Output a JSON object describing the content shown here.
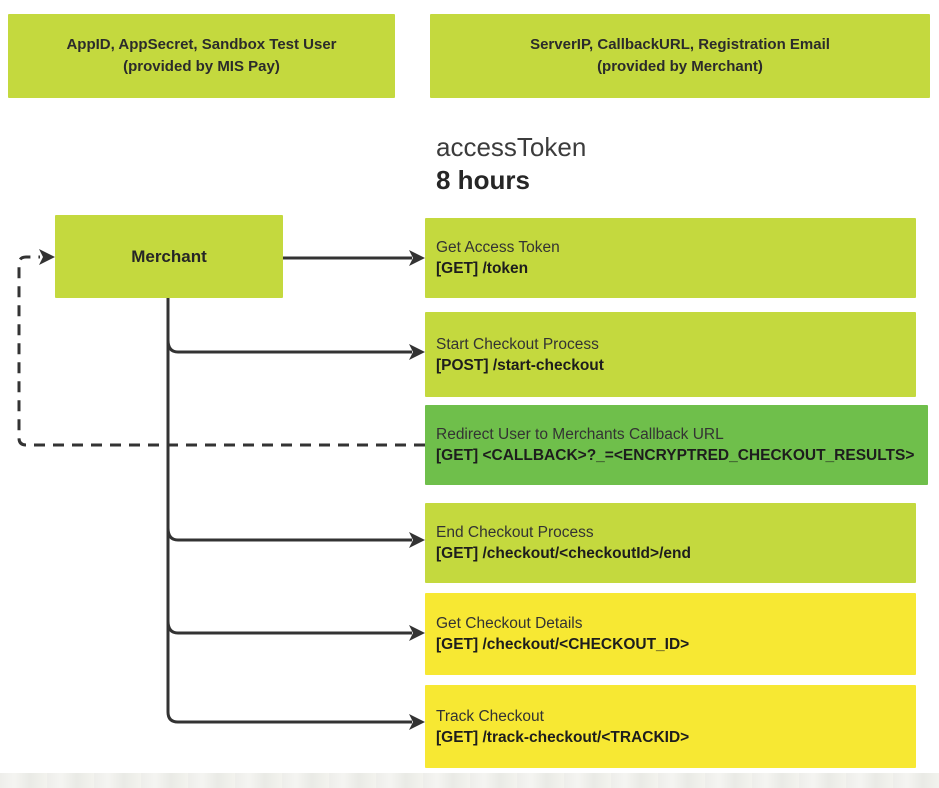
{
  "colors": {
    "chartreuse": "#c4d93e",
    "green": "#6fbf4b",
    "yellow": "#f7e833",
    "line": "#333333"
  },
  "headers": {
    "left": {
      "line1": "AppID, AppSecret, Sandbox Test User",
      "line2": "(provided by MIS Pay)"
    },
    "right": {
      "line1": "ServerIP, CallbackURL, Registration Email",
      "line2": "(provided by Merchant)"
    }
  },
  "token_note": {
    "name": "accessToken",
    "duration": "8 hours"
  },
  "merchant": {
    "label": "Merchant"
  },
  "steps": [
    {
      "title": "Get Access Token",
      "endpoint": "[GET] /token",
      "color": "chartreuse"
    },
    {
      "title": "Start Checkout Process",
      "endpoint": "[POST] /start-checkout",
      "color": "chartreuse"
    },
    {
      "title": "Redirect User to Merchants Callback URL",
      "endpoint": "[GET] <CALLBACK>?_=<ENCRYPTRED_CHECKOUT_RESULTS>",
      "color": "green"
    },
    {
      "title": "End Checkout Process",
      "endpoint": "[GET] /checkout/<checkoutId>/end",
      "color": "chartreuse"
    },
    {
      "title": "Get Checkout Details",
      "endpoint": "[GET] /checkout/<CHECKOUT_ID>",
      "color": "yellow"
    },
    {
      "title": "Track Checkout",
      "endpoint": "[GET] /track-checkout/<TRACKID>",
      "color": "yellow"
    }
  ]
}
